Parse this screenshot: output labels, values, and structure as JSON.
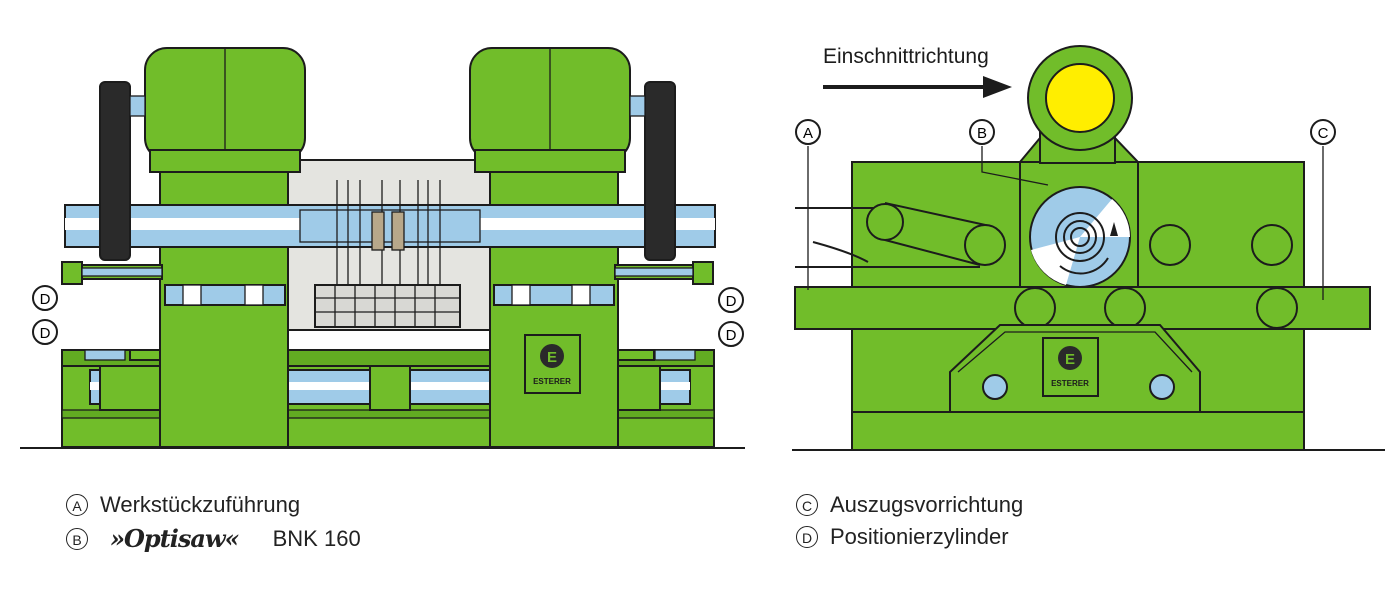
{
  "labels": {
    "direction": "Einschnittrichtung",
    "A": "A",
    "B": "B",
    "C": "C",
    "D": "D",
    "logo": "ESTERER"
  },
  "legend": {
    "a_text": "Werkstückzuführung",
    "b_brand": "»Optisaw«",
    "b_text": "BNK 160",
    "c_text": "Auszugsvorrichtung",
    "d_text": "Positionierzylinder"
  },
  "colors": {
    "machine_green": "#71bd2a",
    "shaft_blue": "#9fcbe8",
    "guard_yellow": "#ffee00",
    "motor_belt": "#2a2a2a",
    "housing_grey": "#e4e4e0"
  }
}
